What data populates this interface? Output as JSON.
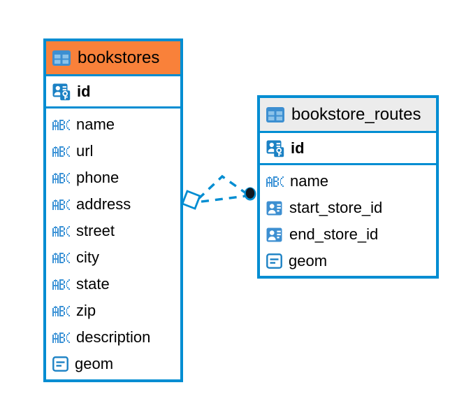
{
  "diagram": {
    "type": "entity-relationship-diagram",
    "background_color": "#ffffff",
    "accent_color": "#008dd2",
    "selected_header_color": "#f9813a",
    "unselected_header_color": "#ececec"
  },
  "entities": [
    {
      "name": "bookstores",
      "selected": true,
      "icon": "table-icon",
      "primary_key": {
        "label": "id",
        "icon": "primary-key-icon"
      },
      "fields": [
        {
          "label": "name",
          "icon": "abc-text-icon"
        },
        {
          "label": "url",
          "icon": "abc-text-icon"
        },
        {
          "label": "phone",
          "icon": "abc-text-icon"
        },
        {
          "label": "address",
          "icon": "abc-text-icon"
        },
        {
          "label": "street",
          "icon": "abc-text-icon"
        },
        {
          "label": "city",
          "icon": "abc-text-icon"
        },
        {
          "label": "state",
          "icon": "abc-text-icon"
        },
        {
          "label": "zip",
          "icon": "abc-text-icon"
        },
        {
          "label": "description",
          "icon": "abc-text-icon"
        },
        {
          "label": "geom",
          "icon": "geometry-icon"
        }
      ]
    },
    {
      "name": "bookstore_routes",
      "selected": false,
      "icon": "table-icon",
      "primary_key": {
        "label": "id",
        "icon": "primary-key-icon"
      },
      "fields": [
        {
          "label": "name",
          "icon": "abc-text-icon"
        },
        {
          "label": "start_store_id",
          "icon": "foreign-key-icon"
        },
        {
          "label": "end_store_id",
          "icon": "foreign-key-icon"
        },
        {
          "label": "geom",
          "icon": "geometry-icon"
        }
      ]
    }
  ],
  "relationship": {
    "from_entity": "bookstores",
    "to_entity": "bookstore_routes",
    "line_style": "dashed",
    "line_color": "#008dd2",
    "source_marker": "diamond-marker",
    "target_marker": "filled-circle-marker",
    "target_marker_color": "#111820"
  }
}
